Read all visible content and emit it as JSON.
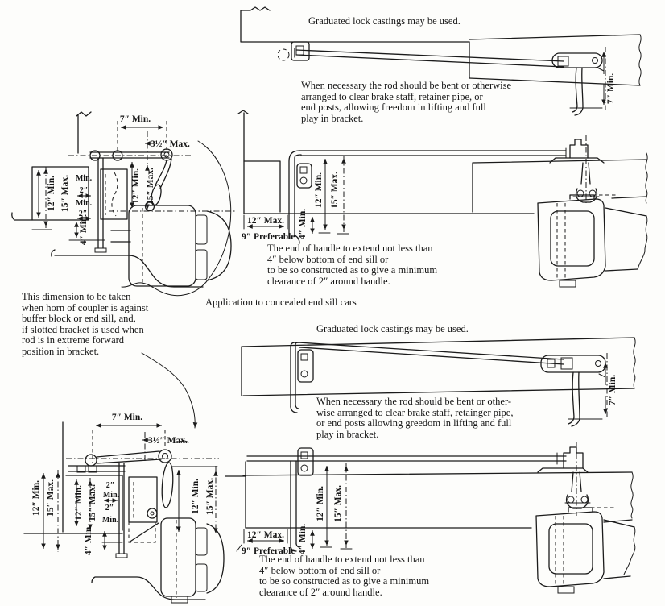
{
  "captions": {
    "graduated_top": "Graduated lock castings may be used.",
    "graduated_bottom": "Graduated lock castings may be used.",
    "application": "Application to concealed end sill cars"
  },
  "notes": {
    "rod_bent_top": "When necessary the rod should be bent or otherwise\narranged to clear brake staff, retainer pipe, or\nend posts, allowing freedom in lifting and full\nplay in bracket.",
    "handle_top": "The end of handle to extend not less than\n4″ below bottom of end sill or\nto be so constructed as to give a minimum\nclearance of 2″ around handle.",
    "dimension_note": "This dimension to be taken\nwhen horn of coupler is against\nbuffer block or end sill, and,\nif slotted bracket is used when\nrod is in extreme forward\nposition in bracket.",
    "rod_bent_bottom": "When necessary the rod should be bent or other-\nwise arranged to clear brake staff, retainger pipe,\nor end posts allowing greedom in lifting and full\nplay in bracket.",
    "handle_bottom": "The end of handle to extend not less than\n4″ below bottom of end sill or\nto be so constructed as to give a minimum\nclearance of 2″ around handle."
  },
  "dims": {
    "min7": "7″ Min.",
    "max3_5": "3½″ Max.",
    "min12": "12″ Min.",
    "max15": "15″ Max.",
    "min4": "4″ Min.",
    "max12": "12″ Max.",
    "pref9": "9″ Preferable",
    "qty2": "2″",
    "min_word": "Min."
  }
}
